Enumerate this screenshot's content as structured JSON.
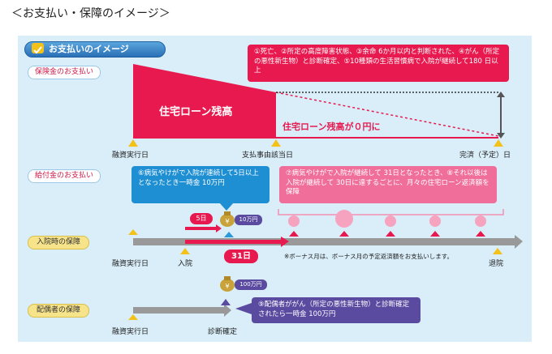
{
  "title": "＜お支払い・保障のイメージ＞",
  "header": {
    "label": "お支払いのイメージ"
  },
  "insurance": {
    "section_label": "保険金のお支払い",
    "loan_label": "住宅ローン残高",
    "zero_label": "住宅ローン残高が０円に",
    "callout": "①死亡、②所定の高度障害状態、③余命 6か月以内と判断された、④がん（所定の悪性新生物）と診断確定、⑤10種類の生活習慣病で入院が継続して180 日以上",
    "ticks": {
      "start": "融資実行日",
      "payment": "支払事由該当日",
      "end": "完済（予定）日"
    }
  },
  "benefit": {
    "section_label": "給付金のお支払い",
    "callout_left": "⑥病気やけがで入院が連続して5日以上となったとき一時金 10万円",
    "callout_right": "⑦病気やけがで入院が継続して 31日となったとき、⑧それ以後は入院が継続して 30日に達するごとに、月々の住宅ローン返済額を保障",
    "bag_amount": "10万円",
    "day5": "5日",
    "day31": "31日"
  },
  "hospital_row": {
    "label": "入院時の保障",
    "ticks": {
      "start": "融資実行日",
      "admit": "入院",
      "discharge": "退院"
    },
    "note": "※ボーナス月は、ボーナス月の予定返済額をお支払いします。"
  },
  "spouse_row": {
    "label": "配偶者の保障",
    "bag_amount": "100万円",
    "callout": "⑨配偶者ががん（所定の悪性新生物）と診断確定されたら一時金 100万円",
    "ticks": {
      "start": "融資実行日",
      "diagnosis": "診断確定"
    }
  },
  "colors": {
    "panel": "#d9eef9",
    "red": "#e8194f",
    "blue_callout": "#1e8fd2",
    "pink_callout": "#f06f9a",
    "purple": "#5a4aa0",
    "timeline_gray": "#999999"
  }
}
